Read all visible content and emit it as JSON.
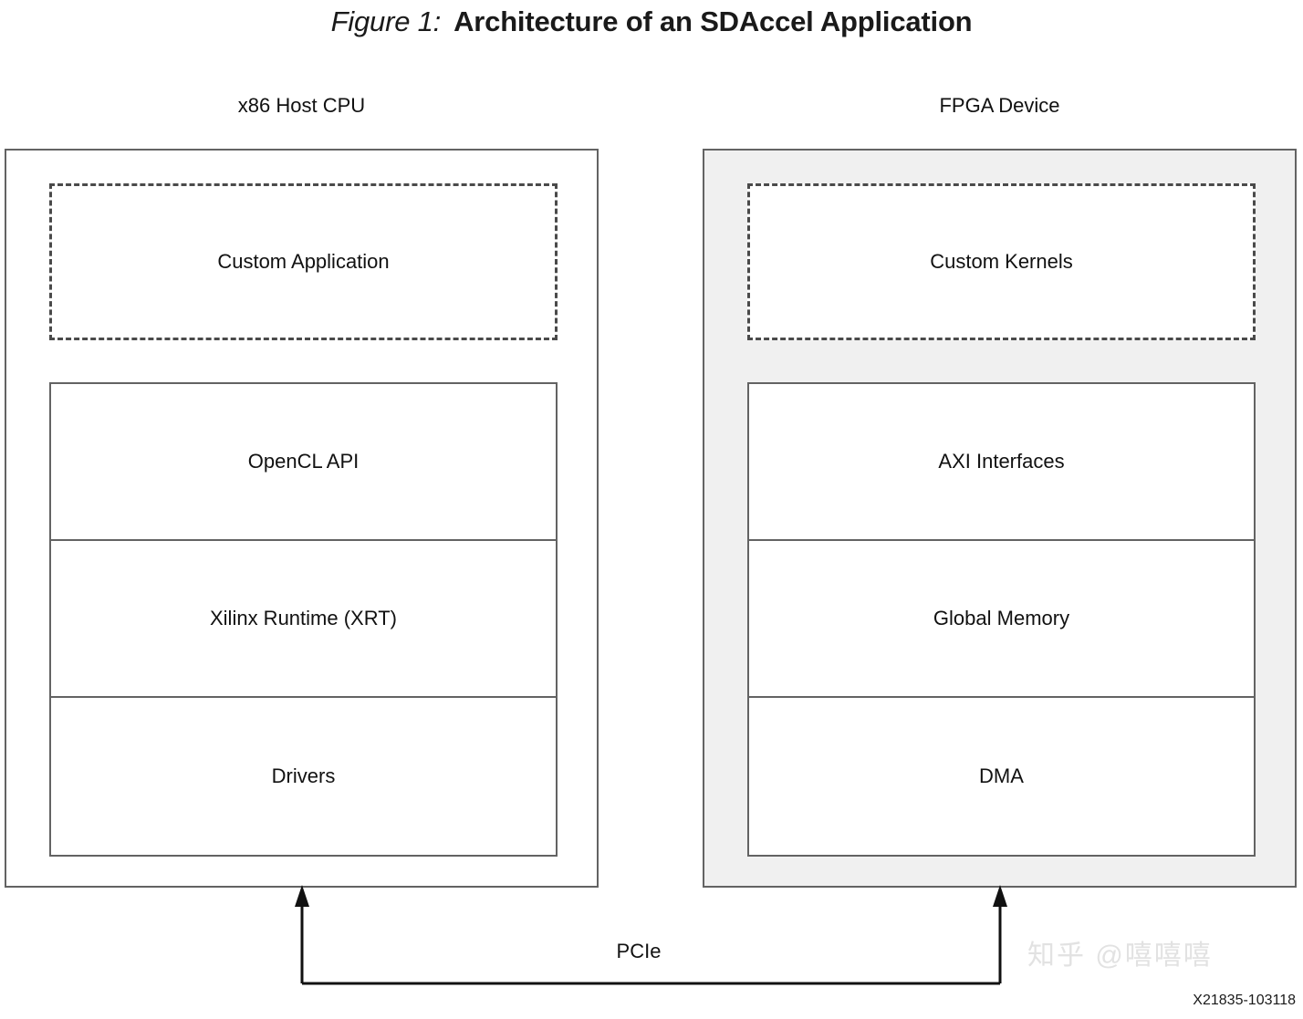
{
  "figure": {
    "label": "Figure 1:",
    "title": "Architecture of an SDAccel Application",
    "id": "X21835-103118"
  },
  "columns": {
    "host": {
      "caption": "x86 Host CPU",
      "dashed_block": "Custom Application",
      "stack": [
        "OpenCL API",
        "Xilinx Runtime (XRT)",
        "Drivers"
      ]
    },
    "device": {
      "caption": "FPGA Device",
      "dashed_block": "Custom Kernels",
      "stack": [
        "AXI Interfaces",
        "Global Memory",
        "DMA"
      ]
    }
  },
  "interconnect": {
    "label": "PCIe"
  },
  "watermark": {
    "text": "知乎 @嘻嘻嘻"
  },
  "colors": {
    "panel_border": "#636363",
    "device_panel_fill": "#f0f0f0",
    "host_panel_fill": "#ffffff",
    "dashed_border": "#4a4a4a",
    "text": "#111111",
    "watermark": "#e2e2e2"
  }
}
